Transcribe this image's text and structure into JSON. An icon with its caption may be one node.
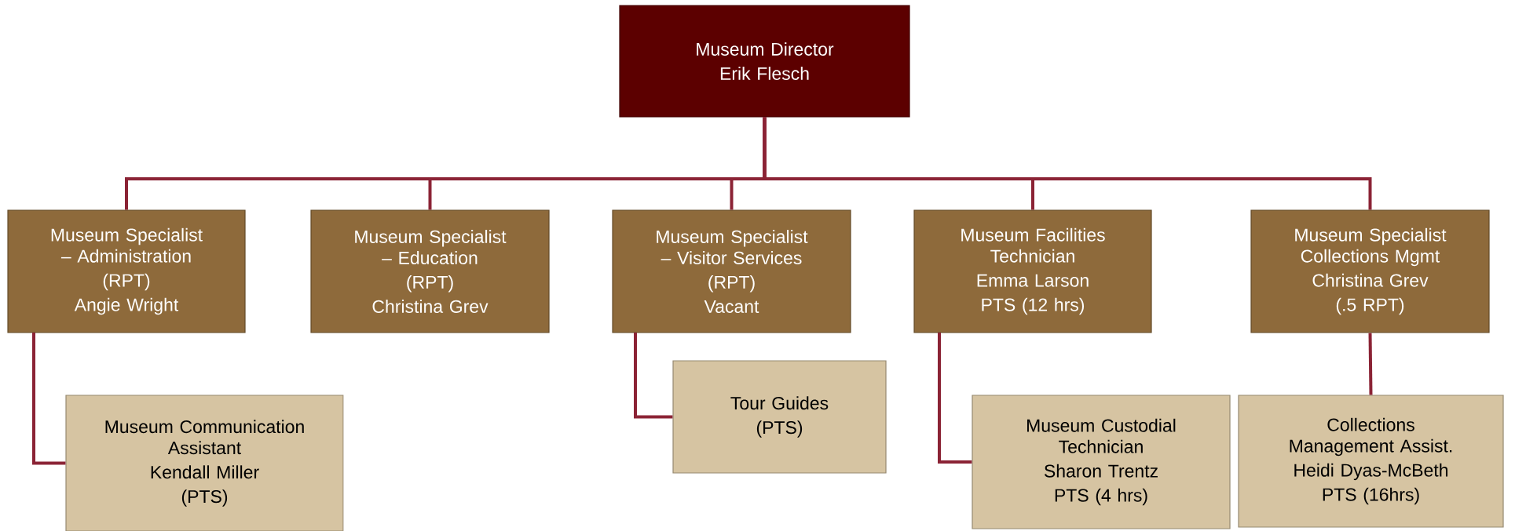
{
  "diagram": {
    "nodes": [
      {
        "text": [
          "Museum Director",
          "Erik Flesch"
        ]
      },
      {
        "text": [
          "Museum Specialist – Administration",
          "(RPT)",
          "Angie Wright"
        ]
      },
      {
        "text": [
          "Museum Specialist – Education",
          "(RPT)",
          "Christina Grev"
        ]
      },
      {
        "text": [
          "Museum Specialist – Visitor Services",
          "(RPT)",
          "Vacant"
        ]
      },
      {
        "text": [
          "Museum Facilities Technician",
          "Emma Larson",
          "PTS (12 hrs)"
        ]
      },
      {
        "text": [
          "Museum Specialist Collections Mgmt",
          "Christina Grev",
          "(.5 RPT)"
        ]
      },
      {
        "text": [
          "Museum Communication Assistant",
          "Kendall Miller",
          "(PTS)"
        ]
      },
      {
        "text": [
          "Tour Guides",
          "(PTS)"
        ]
      },
      {
        "text": [
          "Museum Custodial Technician",
          "Sharon Trentz",
          "PTS (4 hrs)"
        ]
      },
      {
        "text": [
          "Collections Management Assist.",
          "Heidi Dyas-McBeth",
          "PTS (16hrs)"
        ]
      }
    ],
    "edges": [
      {
        "from": 0,
        "to": 1,
        "arrow": "none"
      },
      {
        "from": 0,
        "to": 2,
        "arrow": "none"
      },
      {
        "from": 0,
        "to": 3,
        "arrow": "none"
      },
      {
        "from": 0,
        "to": 4,
        "arrow": "none"
      },
      {
        "from": 0,
        "to": 5,
        "arrow": "none"
      },
      {
        "from": 1,
        "to": 6,
        "arrow": "none"
      },
      {
        "from": 3,
        "to": 7,
        "arrow": "none"
      },
      {
        "from": 4,
        "to": 8,
        "arrow": "none"
      },
      {
        "from": 5,
        "to": 9,
        "arrow": "none"
      }
    ]
  }
}
